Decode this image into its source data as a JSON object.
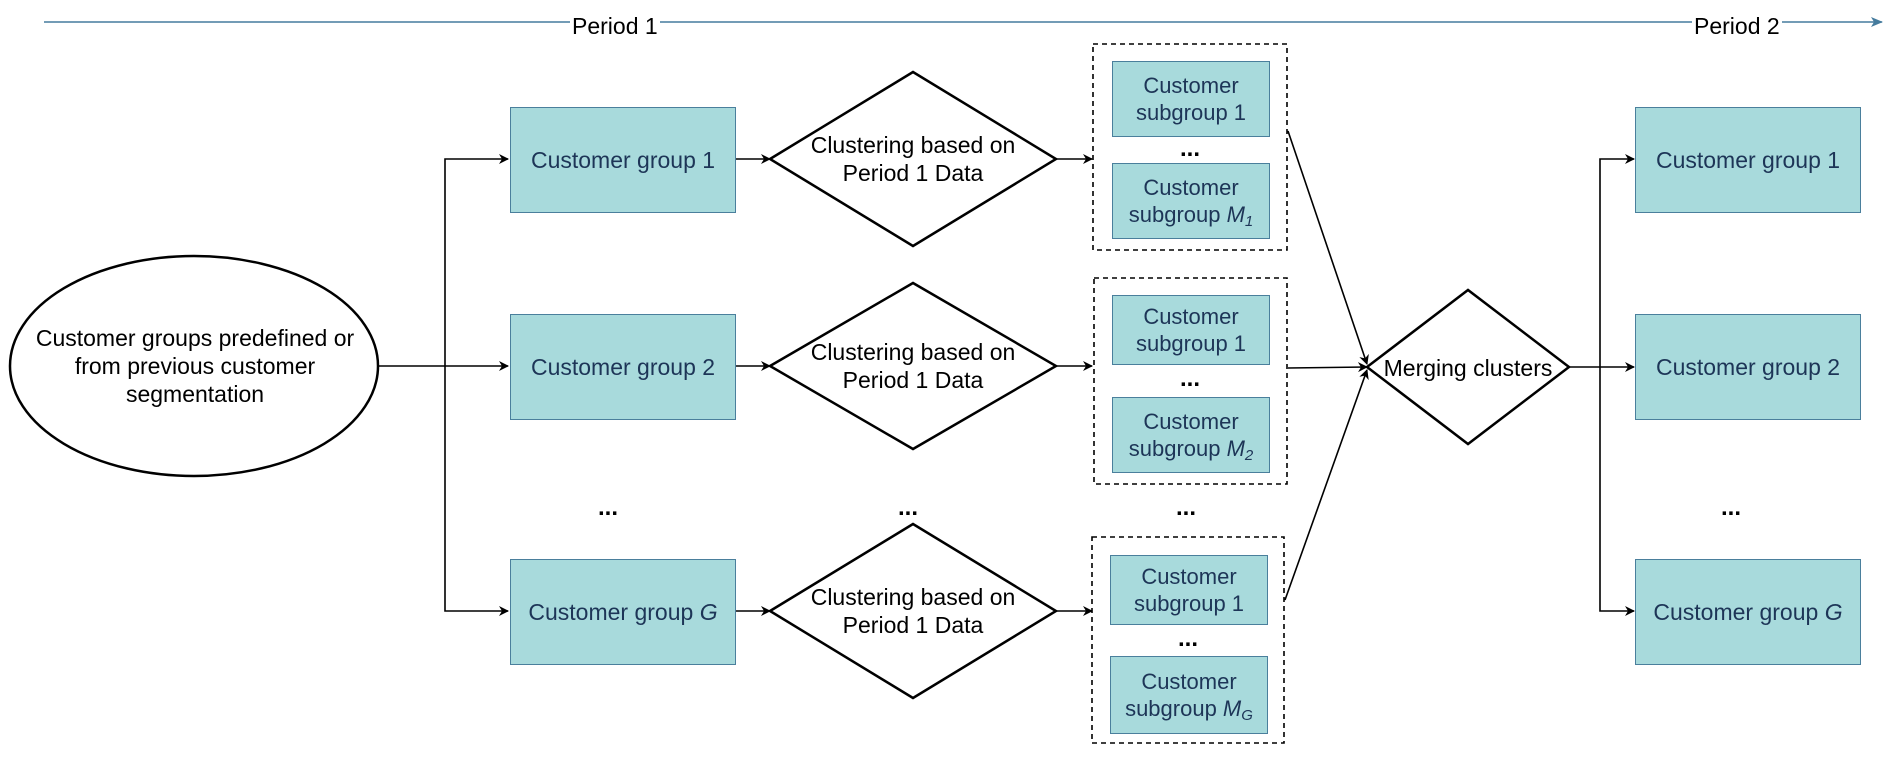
{
  "timeline": {
    "period1": "Period 1",
    "period2": "Period 2",
    "color": "#457b9d"
  },
  "source": {
    "label": "Customer groups predefined or from previous customer segmentation"
  },
  "groups": {
    "g1": {
      "text": "Customer group 1"
    },
    "g2": {
      "text": "Customer group 2"
    },
    "gG": {
      "text": "Customer group ",
      "var": "G"
    }
  },
  "clustering": {
    "label": "Clustering based on Period 1 Data"
  },
  "subgroups": {
    "word": "Customer",
    "first": "subgroup 1",
    "last_prefix": "subgroup ",
    "last_var": "M",
    "subscripts": [
      "1",
      "2",
      "G"
    ]
  },
  "ellipsis": "...",
  "merge": {
    "label": "Merging clusters"
  },
  "output_groups": {
    "g1": {
      "text": "Customer group 1"
    },
    "g2": {
      "text": "Customer group 2"
    },
    "gG": {
      "text": "Customer group ",
      "var": "G"
    }
  },
  "colors": {
    "box_fill": "#a8dadc",
    "box_border": "#4a7f9c",
    "box_text": "#1d3557"
  }
}
